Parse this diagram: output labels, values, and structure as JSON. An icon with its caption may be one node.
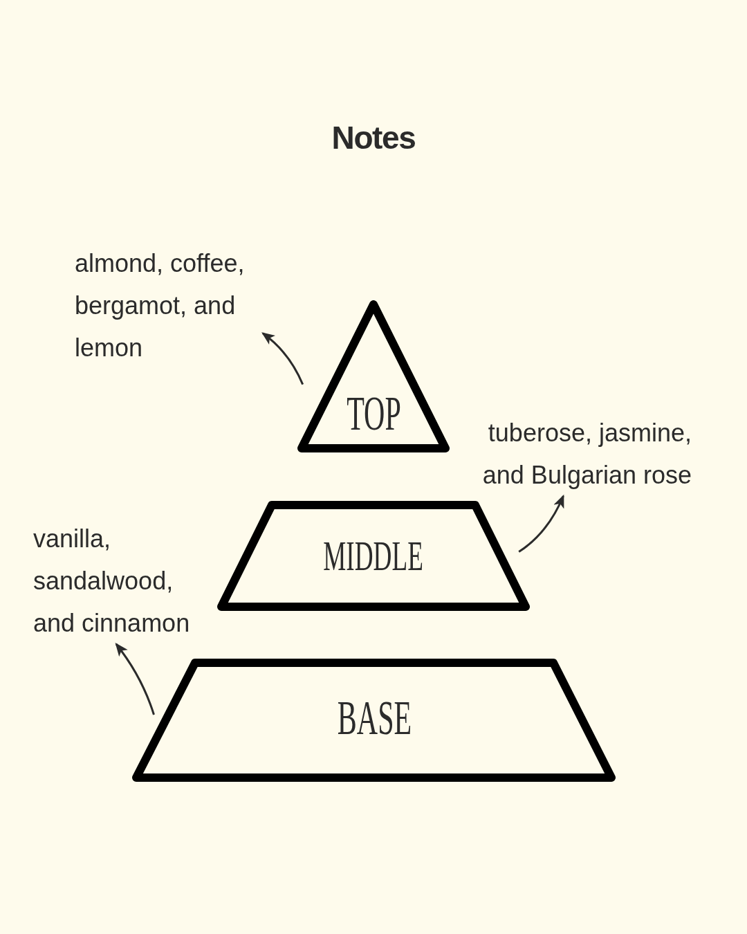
{
  "diagram": {
    "title": "Notes",
    "nodes": [
      {
        "text": [
          "TOP"
        ]
      },
      {
        "text": [
          "MIDDLE"
        ]
      },
      {
        "text": [
          "BASE"
        ]
      },
      {
        "text": [
          "almond, coffee, bergamot, and lemon"
        ]
      },
      {
        "text": [
          "tuberose, jasmine, and Bulgarian rose"
        ]
      },
      {
        "text": [
          "vanilla, sandalwood, and cinnamon"
        ]
      }
    ],
    "edges": [
      {
        "from": 0,
        "to": 3,
        "arrow": "to"
      },
      {
        "from": 1,
        "to": 4,
        "arrow": "to"
      },
      {
        "from": 2,
        "to": 5,
        "arrow": "to"
      }
    ]
  }
}
